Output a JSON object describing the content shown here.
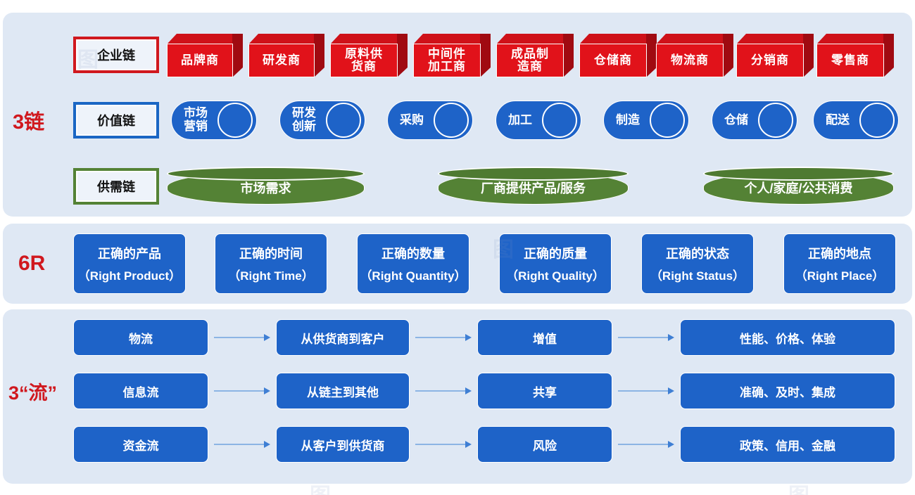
{
  "sections": {
    "chains": {
      "label": "3链",
      "rows": [
        {
          "name": "企业链",
          "accent": "#d0181e",
          "items": [
            "品牌商",
            "研发商",
            "原料供\n货商",
            "中间件\n加工商",
            "成品制\n造商",
            "仓储商",
            "物流商",
            "分销商",
            "零售商"
          ]
        },
        {
          "name": "价值链",
          "accent": "#1a66c4",
          "items": [
            "市场\n营销",
            "研发\n创新",
            "采购",
            "加工",
            "制造",
            "仓储",
            "配送"
          ]
        },
        {
          "name": "供需链",
          "accent": "#548235",
          "items": [
            "市场需求",
            "厂商提供产品/服务",
            "个人/家庭/公共消费"
          ]
        }
      ]
    },
    "sixr": {
      "label": "6R",
      "cards": [
        {
          "cn": "正确的产品",
          "en": "（Right Product）"
        },
        {
          "cn": "正确的时间",
          "en": "（Right Time）"
        },
        {
          "cn": "正确的数量",
          "en": "（Right Quantity）"
        },
        {
          "cn": "正确的质量",
          "en": "（Right Quality）"
        },
        {
          "cn": "正确的状态",
          "en": "（Right Status）"
        },
        {
          "cn": "正确的地点",
          "en": "（Right Place）"
        }
      ]
    },
    "flows": {
      "label": "3“流”",
      "rows": [
        {
          "name": "物流",
          "from": "从供货商到客户",
          "effect": "增值",
          "attrs": "性能、价格、体验"
        },
        {
          "name": "信息流",
          "from": "从链主到其他",
          "effect": "共享",
          "attrs": "准确、及时、集成"
        },
        {
          "name": "资金流",
          "from": "从客户到供货商",
          "effect": "风险",
          "attrs": "政策、信用、金融"
        }
      ]
    }
  },
  "colors": {
    "panel_bg": "#dfe8f4",
    "red": "#e1121a",
    "blue": "#1e63c8",
    "green": "#548235",
    "arrow": "#8cb4e4",
    "label_red": "#d0181e"
  },
  "watermarks": [
    "图",
    "图",
    "图",
    "图"
  ]
}
